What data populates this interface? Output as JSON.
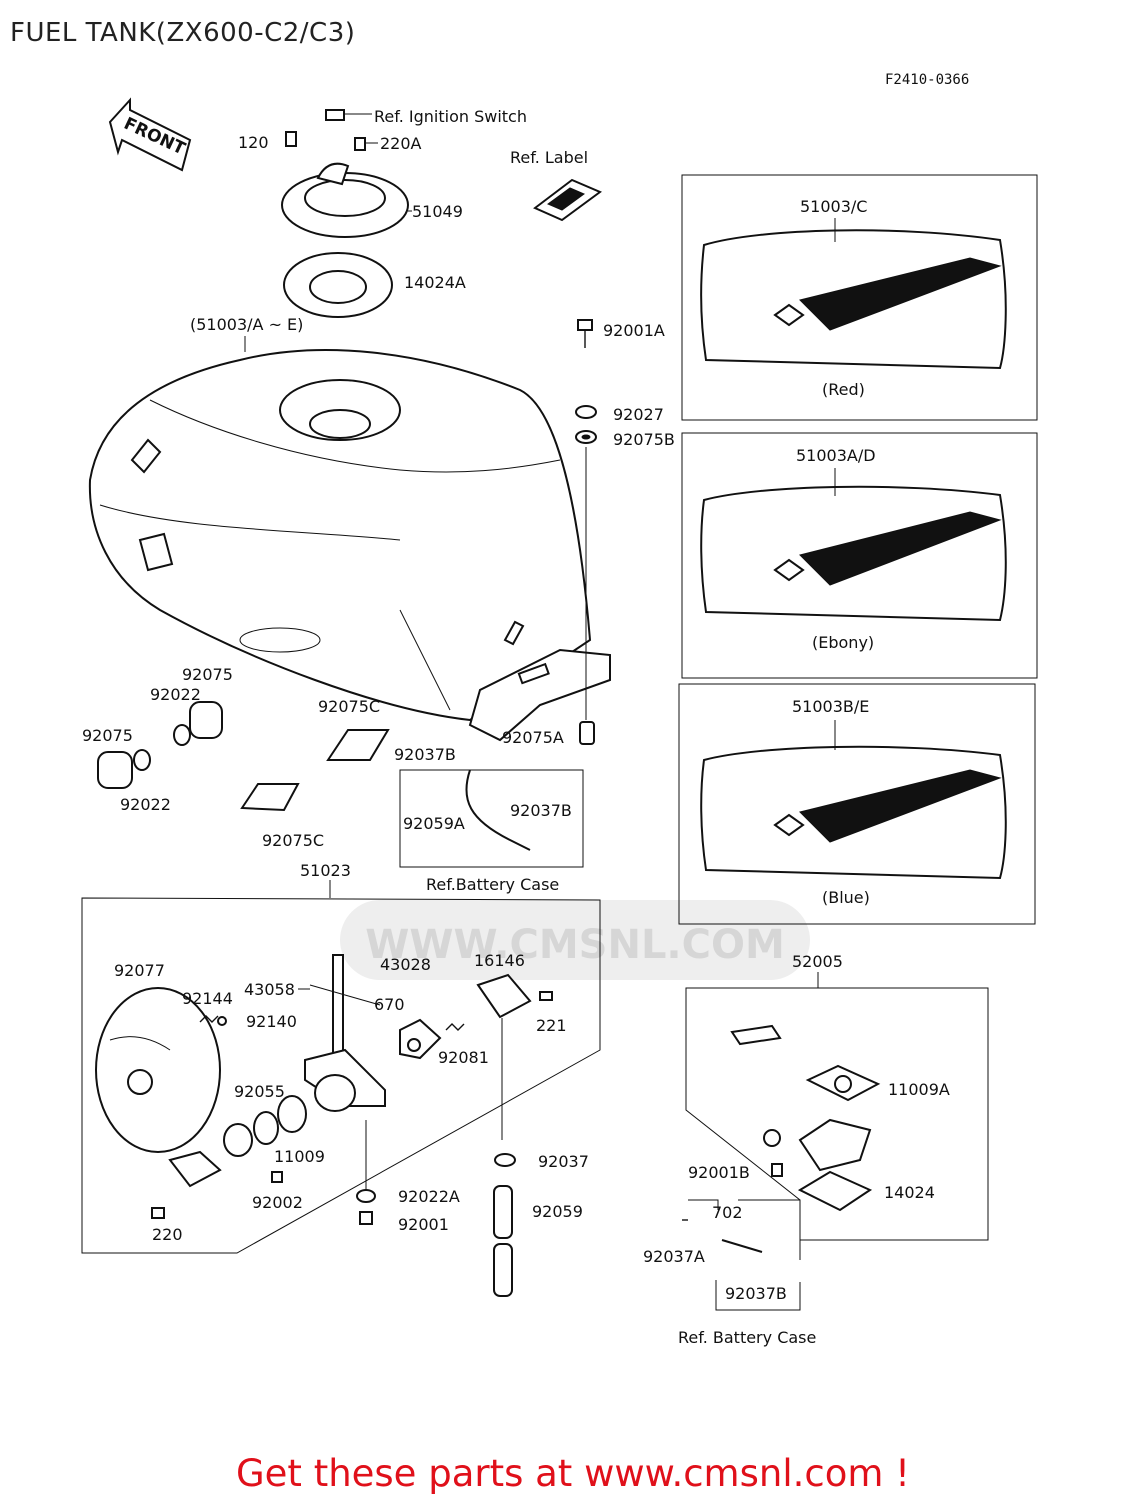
{
  "title": "FUEL TANK(ZX600-C2/C3)",
  "ref_code": "F2410-0366",
  "front_label": "FRONT",
  "labels": {
    "ref_ignition_switch": "Ref. Ignition Switch",
    "p120": "120",
    "p220a": "220A",
    "ref_label": "Ref. Label",
    "p51049": "51049",
    "p14024a": "14024A",
    "tank_group": "(51003/A ~ E)",
    "p92001a": "92001A",
    "p92027": "92027",
    "p92075b": "92075B",
    "p92075_top": "92075",
    "p92022_top": "92022",
    "p92075_left": "92075",
    "p92022_bottom": "92022",
    "p92075c_a": "92075C",
    "p92075c_b": "92075C",
    "p92037b_a": "92037B",
    "p92075a": "92075A",
    "p92037b_b": "92037B",
    "p92059a": "92059A",
    "ref_battery_case_1": "Ref.Battery Case",
    "p51023": "51023",
    "p92077": "92077",
    "p92144": "92144",
    "p92140": "92140",
    "p43058": "43058",
    "p43028": "43028",
    "p670": "670",
    "p16146": "16146",
    "p221": "221",
    "p92081": "92081",
    "p92055": "92055",
    "p11009": "11009",
    "p92002": "92002",
    "p220": "220",
    "p92037": "92037",
    "p92022a": "92022A",
    "p92001": "92001",
    "p92059": "92059",
    "p52005": "52005",
    "p11009a": "11009A",
    "p92001b": "92001B",
    "p14024": "14024",
    "p702": "702",
    "p92037a": "92037A",
    "p92037b_c": "92037B",
    "ref_battery_case_2": "Ref. Battery Case"
  },
  "variants": [
    {
      "part": "51003/C",
      "color": "(Red)"
    },
    {
      "part": "51003A/D",
      "color": "(Ebony)"
    },
    {
      "part": "51003B/E",
      "color": "(Blue)"
    }
  ],
  "watermark": "WWW.CMSNL.COM",
  "footer": "Get these parts at www.cmsnl.com !",
  "colors": {
    "footer": "#e0101a",
    "ink": "#111111"
  }
}
